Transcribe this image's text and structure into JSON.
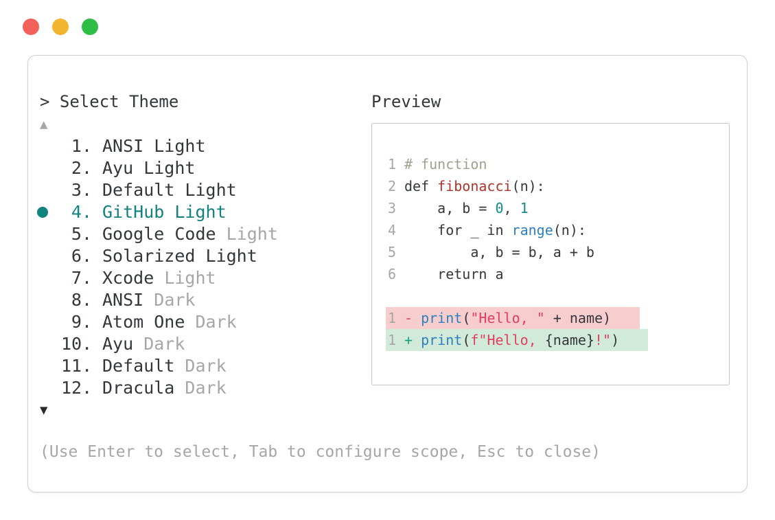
{
  "window": {
    "traffic_lights": [
      {
        "name": "close",
        "color": "#f2615a"
      },
      {
        "name": "minimize",
        "color": "#f3b42f"
      },
      {
        "name": "maximize",
        "color": "#2ebd45"
      }
    ]
  },
  "picker": {
    "title": "> Select Theme",
    "scroll_up": "▲",
    "scroll_down": "▼",
    "selected_index": 3,
    "items": [
      {
        "num": "1.",
        "main": "ANSI Light",
        "muted": ""
      },
      {
        "num": "2.",
        "main": "Ayu Light",
        "muted": ""
      },
      {
        "num": "3.",
        "main": "Default Light",
        "muted": ""
      },
      {
        "num": "4.",
        "main": "GitHub Light",
        "muted": ""
      },
      {
        "num": "5.",
        "main": "Google Code",
        "muted": "Light"
      },
      {
        "num": "6.",
        "main": "Solarized Light",
        "muted": ""
      },
      {
        "num": "7.",
        "main": "Xcode",
        "muted": "Light"
      },
      {
        "num": "8.",
        "main": "ANSI",
        "muted": "Dark"
      },
      {
        "num": "9.",
        "main": "Atom One",
        "muted": "Dark"
      },
      {
        "num": "10.",
        "main": "Ayu",
        "muted": "Dark"
      },
      {
        "num": "11.",
        "main": "Default",
        "muted": "Dark"
      },
      {
        "num": "12.",
        "main": "Dracula",
        "muted": "Dark"
      }
    ],
    "footer": "(Use Enter to select, Tab to configure scope, Esc to close)"
  },
  "preview": {
    "label": "Preview",
    "lines": [
      {
        "num": "1",
        "tokens": [
          {
            "t": "# function",
            "c": "comment"
          }
        ]
      },
      {
        "num": "2",
        "tokens": [
          {
            "t": "def ",
            "c": "plain"
          },
          {
            "t": "fibonacci",
            "c": "func"
          },
          {
            "t": "(n):",
            "c": "plain"
          }
        ]
      },
      {
        "num": "3",
        "tokens": [
          {
            "t": "    a, b = ",
            "c": "plain"
          },
          {
            "t": "0",
            "c": "number"
          },
          {
            "t": ", ",
            "c": "plain"
          },
          {
            "t": "1",
            "c": "number"
          }
        ]
      },
      {
        "num": "4",
        "tokens": [
          {
            "t": "    for _ in ",
            "c": "plain"
          },
          {
            "t": "range",
            "c": "builtin"
          },
          {
            "t": "(n):",
            "c": "plain"
          }
        ]
      },
      {
        "num": "5",
        "tokens": [
          {
            "t": "        a, b = b, a + b",
            "c": "plain"
          }
        ]
      },
      {
        "num": "6",
        "tokens": [
          {
            "t": "    return a",
            "c": "plain"
          }
        ]
      }
    ],
    "diff_lines": [
      {
        "num": "1",
        "kind": "del",
        "tokens": [
          {
            "t": "- ",
            "c": "del-sign"
          },
          {
            "t": "print",
            "c": "builtin"
          },
          {
            "t": "(",
            "c": "plain"
          },
          {
            "t": "\"Hello, \"",
            "c": "string"
          },
          {
            "t": " + name)",
            "c": "plain"
          }
        ]
      },
      {
        "num": "1",
        "kind": "ins",
        "tokens": [
          {
            "t": "+ ",
            "c": "ins-sign"
          },
          {
            "t": "print",
            "c": "builtin"
          },
          {
            "t": "(",
            "c": "plain"
          },
          {
            "t": "f\"Hello, ",
            "c": "string"
          },
          {
            "t": "{name}",
            "c": "plain"
          },
          {
            "t": "!\"",
            "c": "string"
          },
          {
            "t": ")",
            "c": "plain"
          }
        ]
      }
    ]
  },
  "colors": {
    "accent_teal": "#11827d",
    "text_dark": "#33373b",
    "text_muted": "#a6a6a6",
    "border_gray": "#cfcfcf",
    "comment_green": "#9aa38c",
    "function_red": "#ac3429",
    "builtin_blue": "#2d80c0",
    "number_teal": "#10898a",
    "string_crimson": "#e23e61",
    "insert_green": "#18a181",
    "delete_bg": "#f7cdcd",
    "insert_bg": "#d2ead9"
  }
}
